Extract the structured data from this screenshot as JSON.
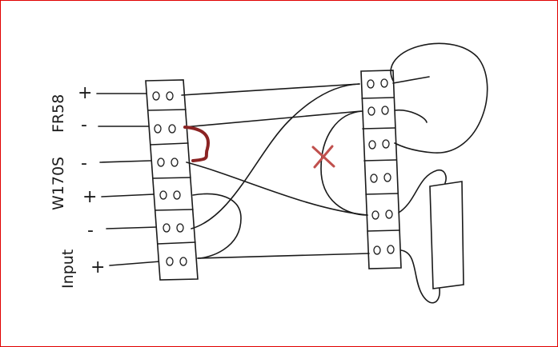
{
  "labels": {
    "fr58": "FR58",
    "w170s": "W170S",
    "input": "Input"
  },
  "signs": [
    "+",
    "-",
    "-",
    "+",
    "-",
    "+"
  ],
  "colors": {
    "border": "#e00000",
    "jumper": "#8b2323",
    "cross": "#c0504d"
  }
}
